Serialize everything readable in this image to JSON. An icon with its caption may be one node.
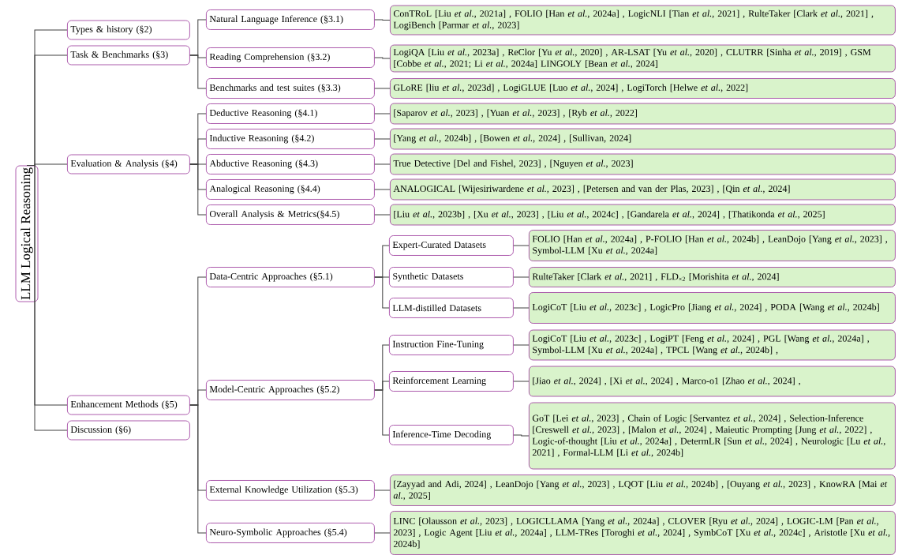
{
  "diagram": {
    "nodes": [
      {
        "text": [
          "LLM Logical Reasoning"
        ]
      },
      {
        "text": [
          "Types & history (§2)"
        ]
      },
      {
        "text": [
          "Task & Benchmarks (§3)"
        ]
      },
      {
        "text": [
          "Evaluation & Analysis (§4)"
        ]
      },
      {
        "text": [
          "Enhancement Methods (§5)"
        ]
      },
      {
        "text": [
          "Discussion (§6)"
        ]
      },
      {
        "text": [
          "Natural Language Inference (§3.1)"
        ]
      },
      {
        "text": [
          "ConTRoL [Liu *et al.*, 2021a] , FOLIO [Han *et al.*, 2024a] , LogicNLI [Tian *et al.*, 2021] , RulteTaker [Clark *et al.*, 2021] , LogiBench [Parmar *et al.*, 2023]"
        ]
      },
      {
        "text": [
          "Reading Comprehension (§3.2)"
        ]
      },
      {
        "text": [
          "LogiQA [Liu *et al.*, 2023a] , ReClor [Yu *et al.*, 2020] , AR-LSAT [Yu *et al.*, 2020] , CLUTRR [Sinha *et al.*, 2019] , GSM [Cobbe *et al.*, 2021; Li *et al.*, 2024a] LINGOLY [Bean *et al.*, 2024]"
        ]
      },
      {
        "text": [
          "Benchmarks and test suites (§3.3)"
        ]
      },
      {
        "text": [
          "GLoRE [liu *et al.*, 2023d] , LogiGLUE [Luo *et al.*, 2024] , LogiTorch [Helwe *et al.*, 2022]"
        ]
      },
      {
        "text": [
          "Deductive Reasoning (§4.1)"
        ]
      },
      {
        "text": [
          "[Saparov *et al.*, 2023] , [Yuan *et al.*, 2023] , [Ryb *et al.*, 2022]"
        ]
      },
      {
        "text": [
          "Inductive Reasoning (§4.2)"
        ]
      },
      {
        "text": [
          "[Yang *et al.*, 2024b] , [Bowen *et al.*, 2024] , [Sullivan, 2024]"
        ]
      },
      {
        "text": [
          "Abductive Reasoning (§4.3)"
        ]
      },
      {
        "text": [
          "True Detective [Del and Fishel, 2023] , [Nguyen *et al.*, 2023]"
        ]
      },
      {
        "text": [
          "Analogical Reasoning (§4.4)"
        ]
      },
      {
        "text": [
          "ANALOGICAL [Wijesiriwardene *et al.*, 2023] , [Petersen and van der Plas, 2023] , [Qin *et al.*, 2024]"
        ]
      },
      {
        "text": [
          "Overall Analysis & Metrics(§4.5)"
        ]
      },
      {
        "text": [
          "[Liu *et al.*, 2023b] , [Xu *et al.*, 2023] , [Liu *et al.*, 2024c] , [Gandarela *et al.*, 2024] , [Thatikonda *et al.*, 2025]"
        ]
      },
      {
        "text": [
          "Data-Centric Approaches (§5.1)"
        ]
      },
      {
        "text": [
          "Expert-Curated Datasets"
        ]
      },
      {
        "text": [
          "FOLIO [Han *et al.*, 2024a] , P-FOLIO [Han *et al.*, 2024b] , LeanDojo [Yang *et al.*, 2023] , Symbol-LLM [Xu *et al.*, 2024a]"
        ]
      },
      {
        "text": [
          "Synthetic Datasets"
        ]
      },
      {
        "text": [
          "RulteTaker [Clark *et al.*, 2021] , FLD$_{×2}$ [Morishita *et al.*, 2024]"
        ]
      },
      {
        "text": [
          "LLM-distilled Datasets"
        ]
      },
      {
        "text": [
          "LogiCoT [Liu *et al.*, 2023c] , LogicPro [Jiang *et al.*, 2024] , PODA [Wang *et al.*, 2024b]"
        ]
      },
      {
        "text": [
          "Model-Centric Approaches (§5.2)"
        ]
      },
      {
        "text": [
          "Instruction Fine-Tuning"
        ]
      },
      {
        "text": [
          "LogiCoT [Liu *et al.*, 2023c] , LogiPT [Feng *et al.*, 2024] , PGL [Wang *et al.*, 2024a] , Symbol-LLM [Xu *et al.*, 2024a] , TPCL [Wang *et al.*, 2024b] ,"
        ]
      },
      {
        "text": [
          "Reinforcement Learning"
        ]
      },
      {
        "text": [
          "[Jiao *et al.*, 2024] , [Xi *et al.*, 2024] , Marco-o1 [Zhao *et al.*, 2024] ,"
        ]
      },
      {
        "text": [
          "Inference-Time Decoding"
        ]
      },
      {
        "text": [
          "GoT [Lei *et al.*, 2023] , Chain of Logic [Servantez *et al.*, 2024] , Selection-Inference [Creswell *et al.*, 2023] , [Malon *et al.*, 2024] , Maieutic Prompting [Jung *et al.*, 2022] , Logic-of-thought [Liu *et al.*, 2024a] , DetermLR [Sun *et al.*, 2024] , Neurologic [Lu *et al.*, 2021] , Formal-LLM [Li *et al.*, 2024b]"
        ]
      },
      {
        "text": [
          "External Knowledge Utilization (§5.3)"
        ]
      },
      {
        "text": [
          "[Zayyad and Adi, 2024] , LeanDojo [Yang *et al.*, 2023] , LQOT [Liu *et al.*, 2024b] , [Ouyang *et al.*, 2023] , KnowRA [Mai *et al.*, 2025]"
        ]
      },
      {
        "text": [
          "Neuro-Symbolic Approaches (§5.4)"
        ]
      },
      {
        "text": [
          "LINC [Olausson *et al.*, 2023] , LOGICLLAMA [Yang *et al.*, 2024a] , CLOVER [Ryu *et al.*, 2024] , LOGIC-LM [Pan *et al.*, 2023] , Logic Agent [Liu *et al.*, 2024a] , LLM-TRes [Toroghi *et al.*, 2024] , SymbCoT [Xu *et al.*, 2024c] , Aristotle [Xu *et al.*, 2024b]"
        ]
      }
    ],
    "edges": [
      {
        "from": 0,
        "to": 1,
        "arrow": "none"
      },
      {
        "from": 0,
        "to": 2,
        "arrow": "none"
      },
      {
        "from": 0,
        "to": 3,
        "arrow": "none"
      },
      {
        "from": 0,
        "to": 4,
        "arrow": "none"
      },
      {
        "from": 0,
        "to": 5,
        "arrow": "none"
      },
      {
        "from": 2,
        "to": 6,
        "arrow": "none"
      },
      {
        "from": 6,
        "to": 7,
        "arrow": "none"
      },
      {
        "from": 2,
        "to": 8,
        "arrow": "none"
      },
      {
        "from": 8,
        "to": 9,
        "arrow": "none"
      },
      {
        "from": 2,
        "to": 10,
        "arrow": "none"
      },
      {
        "from": 10,
        "to": 11,
        "arrow": "none"
      },
      {
        "from": 3,
        "to": 12,
        "arrow": "none"
      },
      {
        "from": 12,
        "to": 13,
        "arrow": "none"
      },
      {
        "from": 3,
        "to": 14,
        "arrow": "none"
      },
      {
        "from": 14,
        "to": 15,
        "arrow": "none"
      },
      {
        "from": 3,
        "to": 16,
        "arrow": "none"
      },
      {
        "from": 16,
        "to": 17,
        "arrow": "none"
      },
      {
        "from": 3,
        "to": 18,
        "arrow": "none"
      },
      {
        "from": 18,
        "to": 19,
        "arrow": "none"
      },
      {
        "from": 3,
        "to": 20,
        "arrow": "none"
      },
      {
        "from": 20,
        "to": 21,
        "arrow": "none"
      },
      {
        "from": 4,
        "to": 22,
        "arrow": "none"
      },
      {
        "from": 22,
        "to": 23,
        "arrow": "none"
      },
      {
        "from": 23,
        "to": 24,
        "arrow": "none"
      },
      {
        "from": 22,
        "to": 25,
        "arrow": "none"
      },
      {
        "from": 25,
        "to": 26,
        "arrow": "none"
      },
      {
        "from": 22,
        "to": 27,
        "arrow": "none"
      },
      {
        "from": 27,
        "to": 28,
        "arrow": "none"
      },
      {
        "from": 4,
        "to": 29,
        "arrow": "none"
      },
      {
        "from": 29,
        "to": 30,
        "arrow": "none"
      },
      {
        "from": 30,
        "to": 31,
        "arrow": "none"
      },
      {
        "from": 29,
        "to": 32,
        "arrow": "none"
      },
      {
        "from": 32,
        "to": 33,
        "arrow": "none"
      },
      {
        "from": 29,
        "to": 34,
        "arrow": "none"
      },
      {
        "from": 34,
        "to": 35,
        "arrow": "none"
      },
      {
        "from": 4,
        "to": 36,
        "arrow": "none"
      },
      {
        "from": 36,
        "to": 37,
        "arrow": "none"
      },
      {
        "from": 4,
        "to": 38,
        "arrow": "none"
      },
      {
        "from": 38,
        "to": 39,
        "arrow": "none"
      }
    ]
  }
}
